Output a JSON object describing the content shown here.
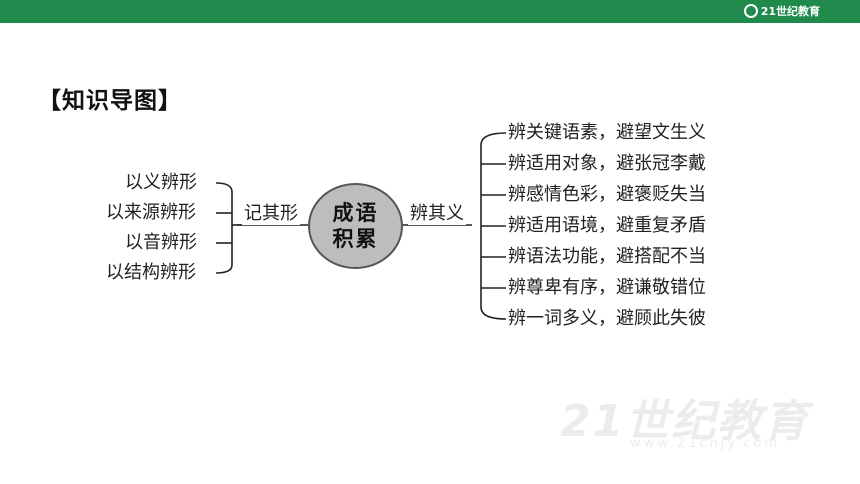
{
  "header": {
    "logo_text": "21世纪教育"
  },
  "heading": "【知识导图】",
  "center": "成语积累",
  "left_branch": {
    "label": "记其形",
    "items": [
      "以义辨形",
      "以来源辨形",
      "以音辨形",
      "以结构辨形"
    ]
  },
  "right_branch": {
    "label": "辨其义",
    "items": [
      "辨关键语素，避望文生义",
      "辨适用对象，避张冠李戴",
      "辨感情色彩，避褒贬失当",
      "辨适用语境，避重复矛盾",
      "辨语法功能，避搭配不当",
      "辨尊卑有序，避谦敬错位",
      "辨一词多义，避顾此失彼"
    ]
  },
  "watermark": {
    "text": "21世纪教育",
    "url": "www.21cnjy.com"
  }
}
